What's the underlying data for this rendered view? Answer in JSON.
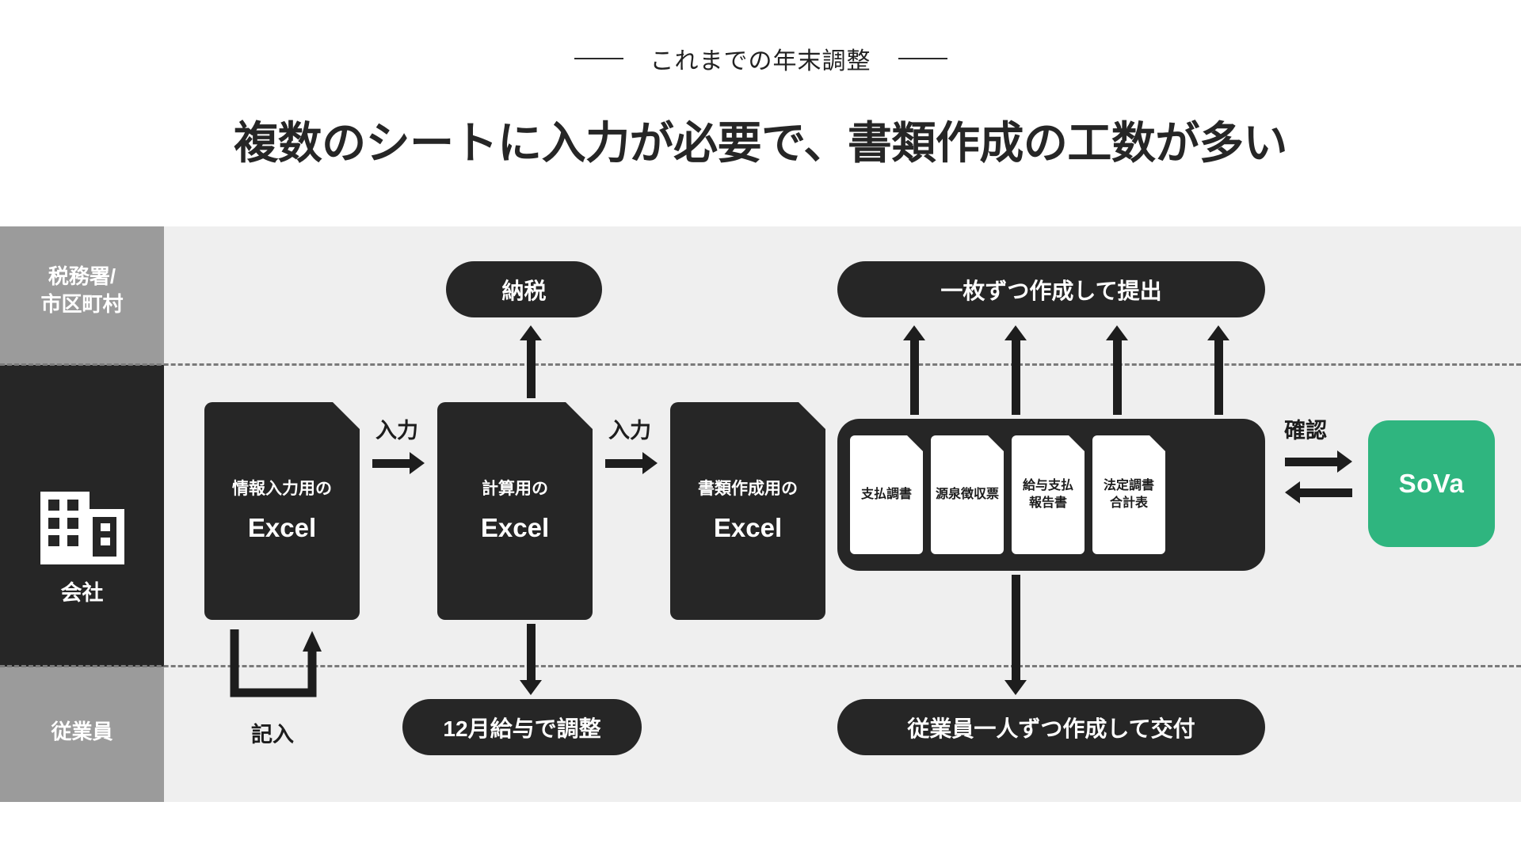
{
  "header": {
    "eyebrow": "これまでの年末調整",
    "headline": "複数のシートに入力が必要で、書類作成の工数が多い"
  },
  "colors": {
    "dark": "#262626",
    "gray_band": "#9b9b9b",
    "board_bg": "#efefef",
    "accent_green": "#2fb57f",
    "text_dark": "#1d1d1d"
  },
  "swimlanes": [
    {
      "id": "gov",
      "label": "税務署/\n市区町村"
    },
    {
      "id": "company",
      "label": "会社",
      "icon": "building-icon"
    },
    {
      "id": "employee",
      "label": "従業員"
    }
  ],
  "pills": {
    "tax_payment": "納税",
    "submit_one_by_one": "一枚ずつ作成して提出",
    "december_adjust": "12月給与で調整",
    "issue_each_employee": "従業員一人ずつ作成して交付"
  },
  "documents": [
    {
      "id": "input",
      "line1": "情報入力用の",
      "line2": "Excel"
    },
    {
      "id": "calc",
      "line1": "計算用の",
      "line2": "Excel"
    },
    {
      "id": "create",
      "line1": "書類作成用の",
      "line2": "Excel"
    }
  ],
  "forms": [
    {
      "id": "shiharai-chosho",
      "label": "支払調書"
    },
    {
      "id": "gensen-choshuhyo",
      "label": "源泉徴収票"
    },
    {
      "id": "kyuyo-shiharai",
      "label": "給与支払\n報告書"
    },
    {
      "id": "hotei-chosho",
      "label": "法定調書\n合計表"
    }
  ],
  "arrow_labels": {
    "input_1": "入力",
    "input_2": "入力",
    "kinyu": "記入",
    "kakunin": "確認"
  },
  "product": {
    "name": "SoVa"
  }
}
